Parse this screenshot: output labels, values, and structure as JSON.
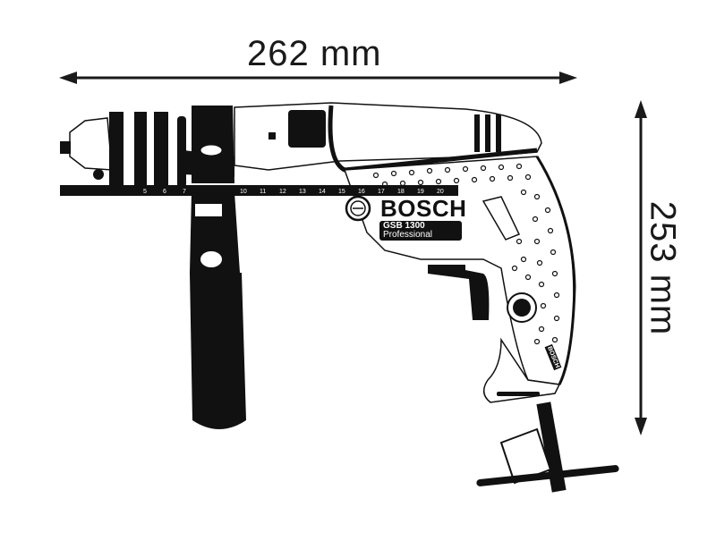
{
  "diagram": {
    "type": "product-dimension-drawing",
    "dimensions": {
      "width": {
        "value": 262,
        "unit": "mm",
        "label": "262 mm"
      },
      "height": {
        "value": 253,
        "unit": "mm",
        "label": "253 mm"
      }
    },
    "product": {
      "brand": "BOSCH",
      "model": "GSB 1300",
      "line": "Professional",
      "side_brand": "BOSCH"
    },
    "depth_gauge": {
      "numbers": [
        "5",
        "6",
        "7",
        "10",
        "11",
        "12",
        "13",
        "14",
        "15",
        "16",
        "17",
        "18",
        "19",
        "20"
      ]
    },
    "colors": {
      "ink": "#111111",
      "background": "#ffffff",
      "dimension_line": "#1a1a1a"
    }
  }
}
